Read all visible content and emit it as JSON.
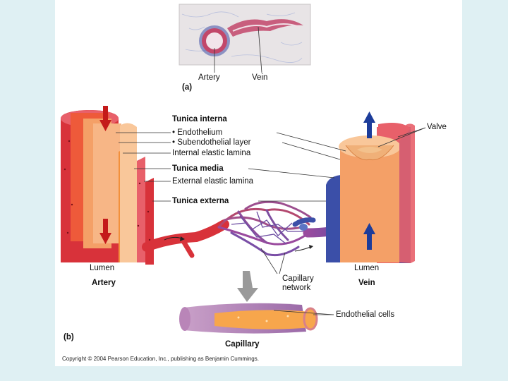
{
  "panel_a": {
    "label": "(a)",
    "artery_label": "Artery",
    "vein_label": "Vein"
  },
  "panel_b": {
    "label": "(b)",
    "layers": {
      "tunica_interna": "Tunica interna",
      "endothelium": "• Endothelium",
      "subendothelial": "• Subendothelial layer",
      "internal_elastic": "Internal elastic lamina",
      "tunica_media": "Tunica media",
      "external_elastic": "External elastic lamina",
      "tunica_externa": "Tunica externa"
    },
    "valve": "Valve",
    "artery_lumen": "Lumen",
    "artery_title": "Artery",
    "vein_lumen": "Lumen",
    "vein_title": "Vein",
    "capillary_network": [
      "Capillary",
      "network"
    ],
    "endothelial_cells": "Endothelial cells",
    "capillary_title": "Capillary"
  },
  "copyright": "Copyright © 2004 Pearson Education, Inc., publishing as Benjamin Cummings.",
  "colors": {
    "background": "#dff0f3",
    "artery_red": "#d8323a",
    "vein_blue": "#3b4fa8",
    "media_orange": "#f4a067",
    "arrow_red": "#c41a1a",
    "arrow_blue": "#1c3c9a"
  }
}
